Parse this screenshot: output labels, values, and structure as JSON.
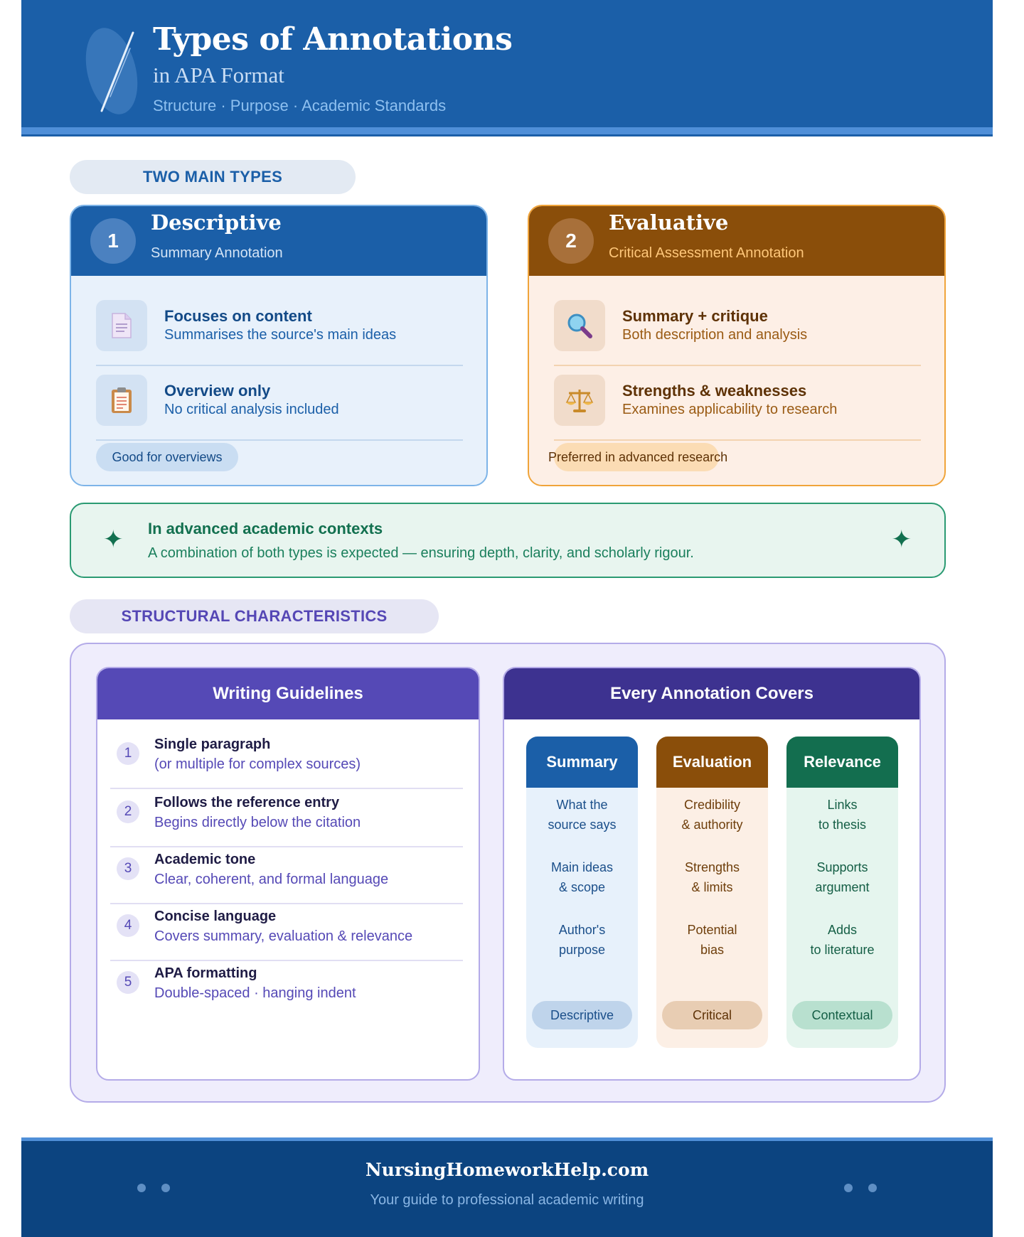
{
  "header": {
    "title": "Types of Annotations",
    "subtitle": "in APA Format",
    "tagline": "Structure · Purpose · Academic Standards",
    "icon": "quill-icon"
  },
  "types_section": {
    "label": "TWO MAIN TYPES",
    "cards": [
      {
        "number": "1",
        "title": "Descriptive",
        "subtitle": "Summary Annotation",
        "features": [
          {
            "icon": "document-icon",
            "title": "Focuses on content",
            "text": "Summarises the source's main ideas"
          },
          {
            "icon": "clipboard-icon",
            "title": "Overview only",
            "text": "No critical analysis included"
          }
        ],
        "tag": "Good for overviews"
      },
      {
        "number": "2",
        "title": "Evaluative",
        "subtitle": "Critical Assessment Annotation",
        "features": [
          {
            "icon": "magnifier-icon",
            "title": "Summary + critique",
            "text": "Both description and analysis"
          },
          {
            "icon": "scales-icon",
            "title": "Strengths & weaknesses",
            "text": "Examines applicability to research"
          }
        ],
        "tag": "Preferred in advanced research"
      }
    ]
  },
  "callout": {
    "icon": "sparkle-icon",
    "title": "In advanced academic contexts",
    "text": "A combination of both types is expected — ensuring depth, clarity, and scholarly rigour."
  },
  "structure_section": {
    "label": "STRUCTURAL CHARACTERISTICS",
    "guidelines": {
      "title": "Writing Guidelines",
      "items": [
        {
          "number": "1",
          "title": "Single paragraph",
          "text": "(or multiple for complex sources)"
        },
        {
          "number": "2",
          "title": "Follows the reference entry",
          "text": "Begins directly below the citation"
        },
        {
          "number": "3",
          "title": "Academic tone",
          "text": "Clear, coherent, and formal language"
        },
        {
          "number": "4",
          "title": "Concise language",
          "text": "Covers summary, evaluation & relevance"
        },
        {
          "number": "5",
          "title": "APA formatting",
          "text": "Double-spaced · hanging indent"
        }
      ]
    },
    "covers": {
      "title": "Every Annotation Covers",
      "columns": [
        {
          "title": "Summary",
          "items": [
            "What the source says",
            "Main ideas & scope",
            "Author's purpose"
          ],
          "tag": "Descriptive"
        },
        {
          "title": "Evaluation",
          "items": [
            "Credibility & authority",
            "Strengths & limits",
            "Potential bias"
          ],
          "tag": "Critical"
        },
        {
          "title": "Relevance",
          "items": [
            "Links to thesis",
            "Supports argument",
            "Adds to literature"
          ],
          "tag": "Contextual"
        }
      ]
    }
  },
  "footer": {
    "brand": "NursingHomeworkHelp.com",
    "tagline": "Your guide to professional academic writing"
  },
  "colors": {
    "primary_blue": "#1b5fa8",
    "evaluative_brown": "#8a4e0a",
    "callout_green": "#12704f",
    "structure_purple": "#5549b6",
    "footer_navy": "#0c4480"
  }
}
